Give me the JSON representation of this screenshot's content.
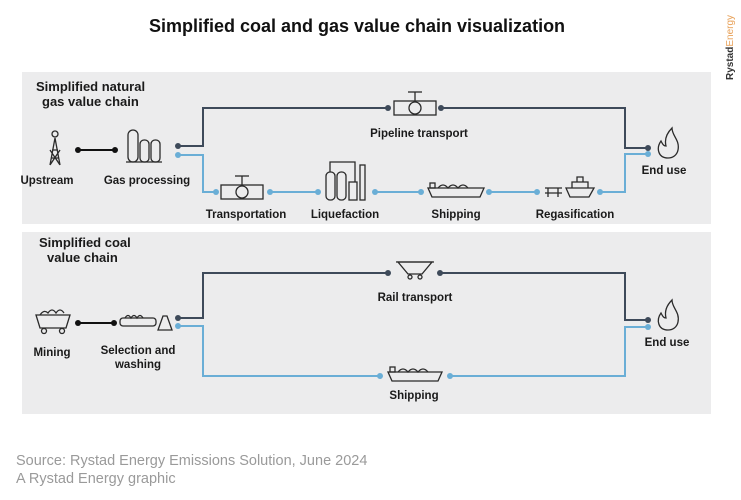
{
  "title": "Simplified coal and gas value chain visualization",
  "brand": {
    "part1": "Rystad",
    "part2": "Energy"
  },
  "gas": {
    "heading_line1": "Simplified natural",
    "heading_line2": "gas value chain",
    "upstream": "Upstream",
    "processing": "Gas processing",
    "pipeline": "Pipeline transport",
    "transportation": "Transportation",
    "liquefaction": "Liquefaction",
    "shipping": "Shipping",
    "regasification": "Regasification",
    "end_use": "End use"
  },
  "coal": {
    "heading_line1": "Simplified coal",
    "heading_line2": "value chain",
    "mining": "Mining",
    "selection_line1": "Selection and",
    "selection_line2": "washing",
    "rail": "Rail transport",
    "shipping": "Shipping",
    "end_use": "End use"
  },
  "footer": {
    "source": "Source: Rystad Energy Emissions Solution, June 2024",
    "credit": "A Rystad Energy graphic"
  },
  "colors": {
    "dark_line": "#3e4a5a",
    "light_line": "#6aaed6",
    "panel": "#ececed",
    "brand_orange": "#e8a25a"
  }
}
